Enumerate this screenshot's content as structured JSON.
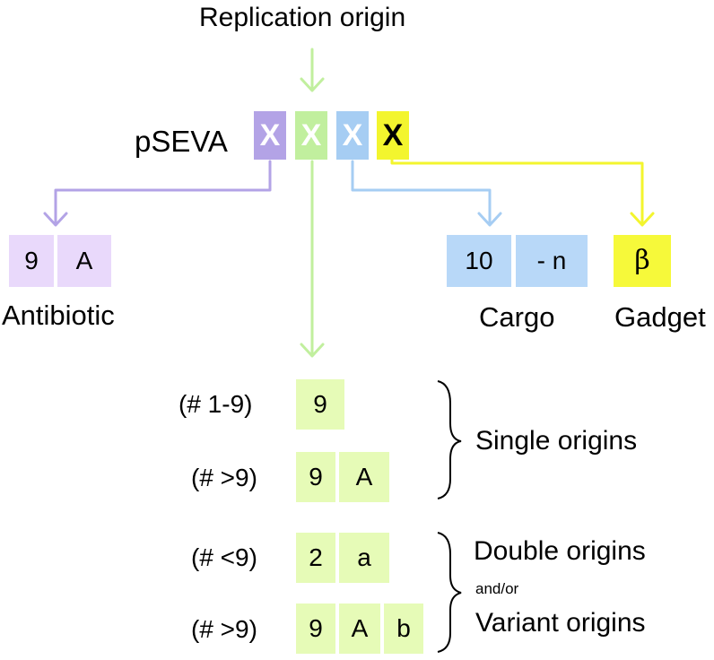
{
  "colors": {
    "purple": "#b3a3e6",
    "purple_light": "#e9d9fb",
    "green": "#c1ef9e",
    "green_light": "#e6fbb7",
    "blue": "#a6cdf3",
    "blue_light": "#b8d8f8",
    "yellow": "#f3f52e",
    "yellow_box": "#f6f93a"
  },
  "header": {
    "replication_origin": "Replication origin",
    "prefix": "pSEVA",
    "x_boxes": [
      "X",
      "X",
      "X",
      "X"
    ]
  },
  "antibiotic": {
    "cells": [
      "9",
      "A"
    ],
    "label": "Antibiotic"
  },
  "cargo": {
    "cells": [
      "10",
      "- n"
    ],
    "label": "Cargo"
  },
  "gadget": {
    "cells": [
      "β"
    ],
    "label": "Gadget"
  },
  "origins": {
    "rows": [
      {
        "label": "(# 1-9)",
        "cells": [
          "9"
        ]
      },
      {
        "label": "(# >9)",
        "cells": [
          "9",
          "A"
        ]
      },
      {
        "label": "(# <9)",
        "cells": [
          "2",
          "a"
        ]
      },
      {
        "label": "(# >9)",
        "cells": [
          "9",
          "A",
          "b"
        ]
      }
    ],
    "single": "Single origins",
    "double": "Double origins",
    "andor": "and/or",
    "variant": "Variant origins"
  }
}
